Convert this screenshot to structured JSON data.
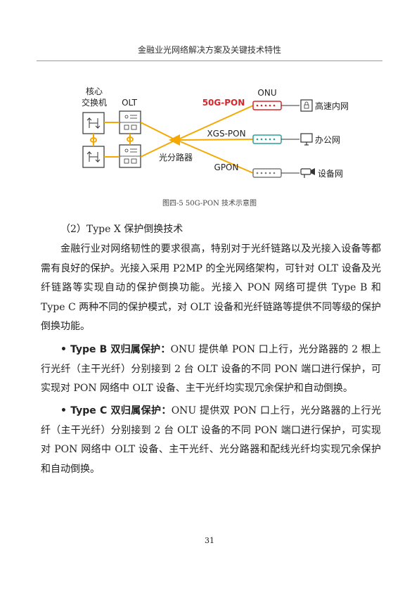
{
  "header": {
    "title": "金融业光网络解决方案及关键技术特性"
  },
  "figure": {
    "labels": {
      "core_switch_line1": "核心",
      "core_switch_line2": "交换机",
      "olt": "OLT",
      "onu": "ONU",
      "splitter": "光分路器",
      "pon_50g": "50G-PON",
      "pon_xgs": "XGS-PON",
      "pon_g": "GPON",
      "net_highspeed": "高速内网",
      "net_office": "办公网",
      "net_device": "设备网"
    },
    "colors": {
      "accent": "#f5a800",
      "red": "#d6272b",
      "teal": "#2aa198",
      "gray": "#7a7a7a"
    },
    "caption": "图四-5 50G-PON 技术示意图"
  },
  "section": {
    "title": "（2）Type X 保护倒换技术"
  },
  "paragraphs": {
    "p1": "金融行业对网络韧性的要求很高，特别对于光纤链路以及光接入设备等都需有良好的保护。光接入采用 P2MP 的全光网络架构，可针对 OLT 设备及光纤链路等实现自动的保护倒换功能。光接入 PON 网络可提供 Type B 和 Type C 两种不同的保护模式，对 OLT 设备和光纤链路等提供不同等级的保护倒换功能。",
    "b1_lead": "• Type B 双归属保护：",
    "b1_text": "ONU 提供单 PON 口上行，光分路器的 2 根上行光纤（主干光纤）分别接到 2 台 OLT 设备的不同 PON 端口进行保护，可实现对 PON 网络中 OLT 设备、主干光纤均实现冗余保护和自动倒换。",
    "b2_lead": "• Type C 双归属保护：",
    "b2_text": "ONU 提供双 PON 口上行，光分路器的上行光纤（主干光纤）分别接到 2 台 OLT 设备的不同 PON 端口进行保护，可实现对 PON 网络中 OLT 设备、主干光纤、光分路器和配线光纤均实现冗余保护和自动倒换。"
  },
  "footer": {
    "page_number": "31"
  }
}
